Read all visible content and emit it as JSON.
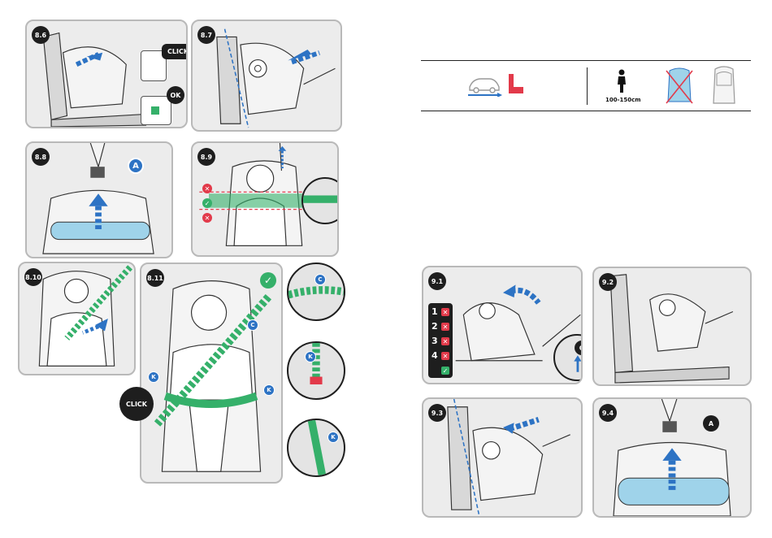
{
  "steps": {
    "s86": "8.6",
    "s87": "8.7",
    "s88": "8.8",
    "s89": "8.9",
    "s810": "8.10",
    "s811": "8.11",
    "s91": "9.1",
    "s92": "9.2",
    "s93": "9.3",
    "s94": "9.4"
  },
  "callouts": {
    "click_1": "CLICK",
    "ok": "OK",
    "click_2": "CLICK",
    "badge_a_1": "A",
    "badge_a_2": "A",
    "badge_c_1": "C",
    "badge_c_2": "C",
    "badge_k_1": "K",
    "badge_k_2": "K",
    "badge_k_3": "K",
    "badge_k_4": "K",
    "badge_g": "G"
  },
  "recline_positions": [
    "1",
    "2",
    "3",
    "4"
  ],
  "info_bar": {
    "height_range": "100-150cm"
  },
  "colors": {
    "accent_blue": "#2d73c4",
    "green": "#35b06a",
    "red": "#e23a4a",
    "light_blue": "#9fd3ea",
    "panel_bg": "#ececec"
  }
}
